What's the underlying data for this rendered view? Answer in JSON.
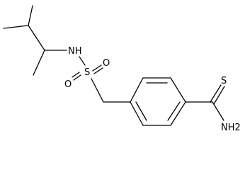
{
  "diagram": {
    "type": "chemical-structure",
    "atom_labels": {
      "nh": "NH",
      "s_sulfonyl": "S",
      "o_left": "O",
      "o_right": "O",
      "s_thio": "S",
      "nh2": "NH2"
    },
    "colors": {
      "bond": "#000000",
      "text": "#000000",
      "background": "#ffffff"
    }
  }
}
